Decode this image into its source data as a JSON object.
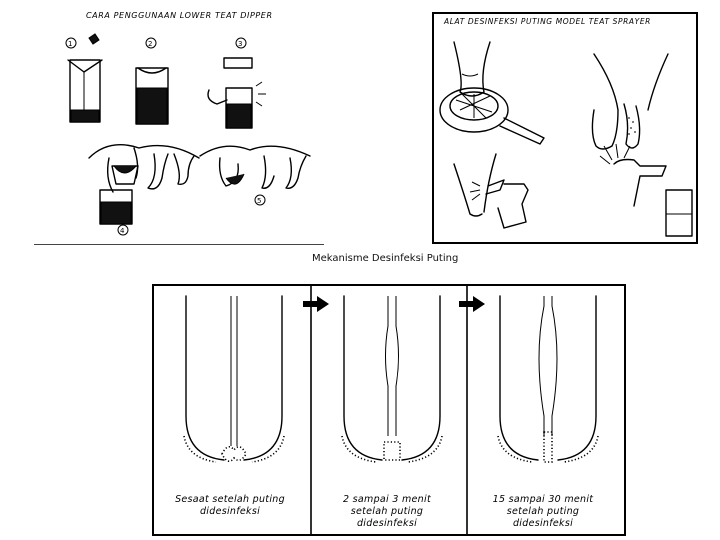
{
  "dipper_panel": {
    "title": "CARA PENGGUNAAN LOWER TEAT DIPPER",
    "steps": [
      "1",
      "2",
      "3",
      "4",
      "5"
    ]
  },
  "sprayer_panel": {
    "title": "ALAT DESINFEKSI PUTING MODEL TEAT SPRAYER"
  },
  "mechanism": {
    "title": "Mekanisme Desinfeksi Puting",
    "stages": [
      {
        "caption_line1": "Sesaat  setelah  puting",
        "caption_line2": "didesinfeksi"
      },
      {
        "caption_line1": "2  sampai  3  menit",
        "caption_line2": "setelah  puting",
        "caption_line3": "didesinfeksi"
      },
      {
        "caption_line1": "15  sampai  30  menit",
        "caption_line2": "setelah  puting",
        "caption_line3": "didesinfeksi"
      }
    ]
  }
}
